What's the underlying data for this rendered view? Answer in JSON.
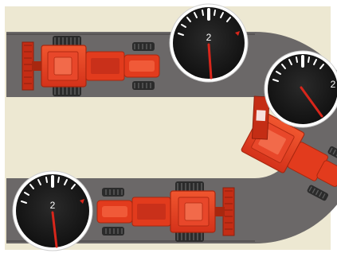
{
  "scene": {
    "colors": {
      "page": "#ffffff",
      "background": "#ede8d2",
      "track": "#6b6868",
      "track_edge": "#4c4a4a",
      "tractor_body": "#e53a1c",
      "tractor_dark": "#b02a12",
      "tractor_light": "#f26a4a",
      "tire": "#2b2b2b",
      "tread": "#555555",
      "gauge_face": "#1c1c1c",
      "gauge_rim": "#ffffff",
      "gauge_tick": "#ffffff",
      "needle": "#d8261b",
      "marker": "#d8261b"
    },
    "gauges": [
      {
        "id": "gauge-top",
        "label": "2",
        "needle_angle_deg": 175
      },
      {
        "id": "gauge-right",
        "label": "2",
        "needle_angle_deg": 140
      },
      {
        "id": "gauge-bottom",
        "label": "2",
        "needle_angle_deg": 175
      }
    ]
  }
}
